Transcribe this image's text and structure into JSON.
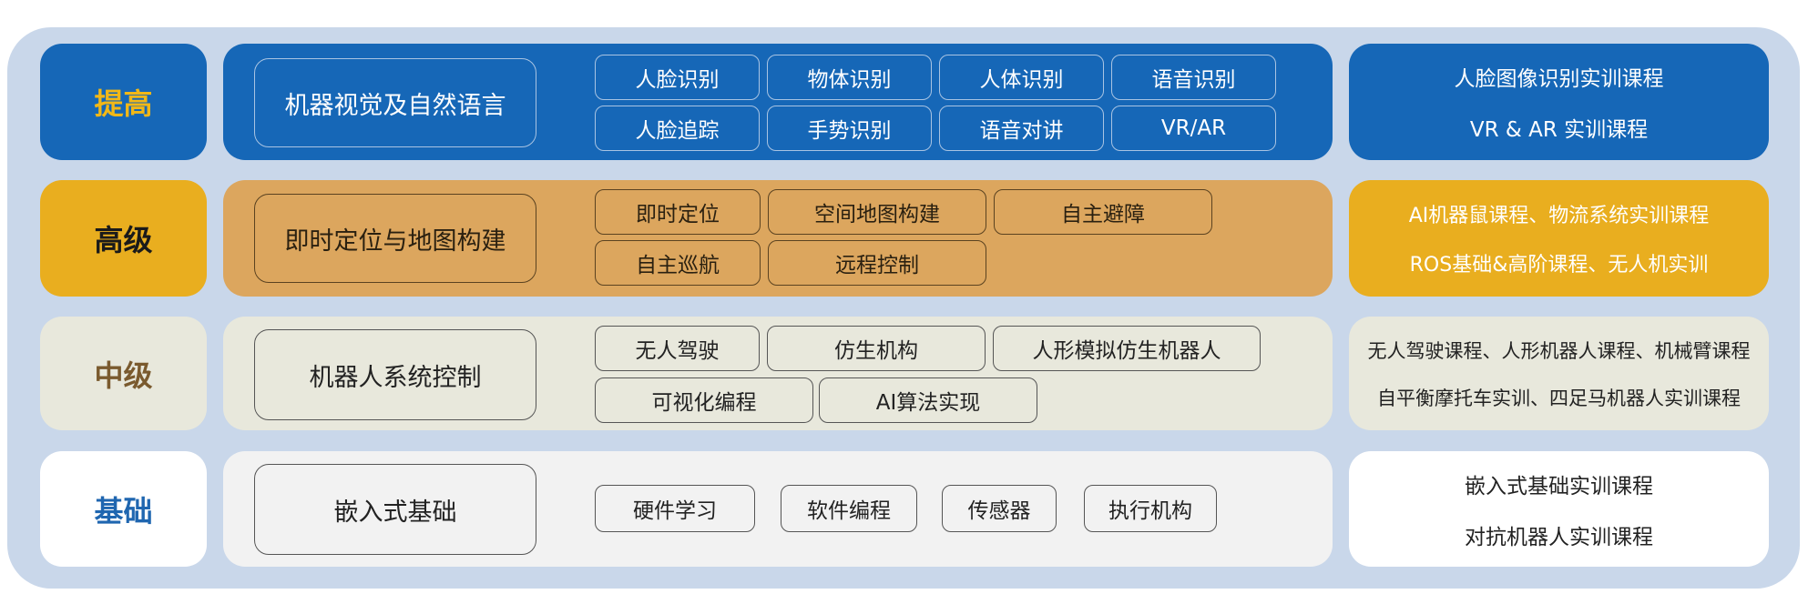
{
  "rows": [
    {
      "level": "提高",
      "topic": "机器视觉及自然语言",
      "chips": [
        "人脸识别",
        "物体识别",
        "人体识别",
        "语音识别",
        "人脸追踪",
        "手势识别",
        "语音对讲",
        "VR/AR"
      ],
      "courses": [
        "人脸图像识别实训课程",
        "VR & AR 实训课程"
      ]
    },
    {
      "level": "高级",
      "topic": "即时定位与地图构建",
      "chips": [
        "即时定位",
        "空间地图构建",
        "自主避障",
        "自主巡航",
        "远程控制"
      ],
      "courses": [
        "AI机器鼠课程、物流系统实训课程",
        "ROS基础&高阶课程、无人机实训"
      ]
    },
    {
      "level": "中级",
      "topic": "机器人系统控制",
      "chips": [
        "无人驾驶",
        "仿生机构",
        "人形模拟仿生机器人",
        "可视化编程",
        "AI算法实现"
      ],
      "courses": [
        "无人驾驶课程、人形机器人课程、机械臂课程",
        "自平衡摩托车实训、四足马机器人实训课程"
      ]
    },
    {
      "level": "基础",
      "topic": "嵌入式基础",
      "chips": [
        "硬件学习",
        "软件编程",
        "传感器",
        "执行机构"
      ],
      "courses": [
        "嵌入式基础实训课程",
        "对抗机器人实训课程"
      ]
    }
  ],
  "colors": {
    "frame": "#c9d7ea",
    "blue": "#1667b7",
    "gold_text": "#f2b817",
    "orange_bg": "#dca65e",
    "yellow_bg": "#e9ae1f",
    "beige_bg": "#e8e8dc",
    "brown_text": "#7a5a2e",
    "white_bg": "#ffffff",
    "blue_text": "#1f66b0"
  }
}
